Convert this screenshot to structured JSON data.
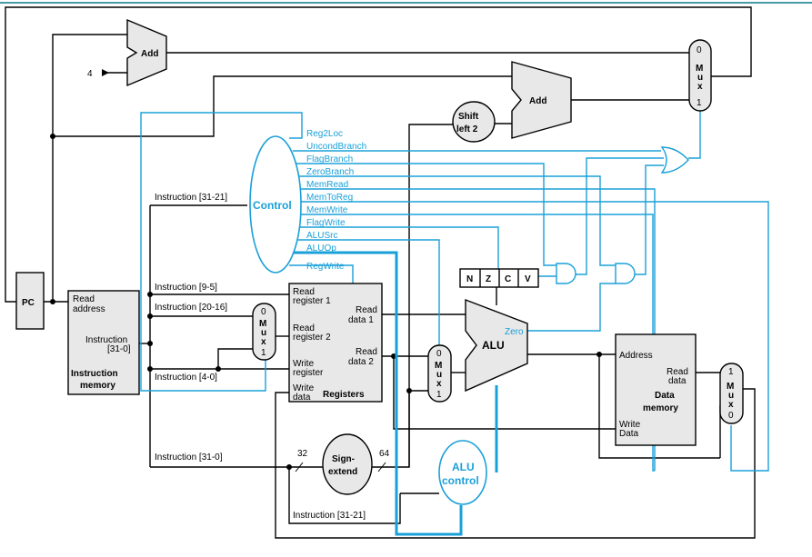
{
  "colors": {
    "control": "#1aa0d8",
    "datapath": "#000000",
    "block_fill": "#e8e8e8"
  },
  "pc": "PC",
  "add_top": "Add",
  "add_branch": "Add",
  "const_four": "4",
  "shift_left": {
    "line1": "Shift",
    "line2": "left 2"
  },
  "mux": {
    "zero": "0",
    "one": "1",
    "letters": [
      "M",
      "u",
      "x"
    ]
  },
  "instruction_memory": {
    "read_address_1": "Read",
    "read_address_2": "address",
    "instruction_1": "Instruction",
    "instruction_2": "[31-0]",
    "title_1": "Instruction",
    "title_2": "memory"
  },
  "control_label": "Control",
  "control_signals": [
    "Reg2Loc",
    "UncondBranch",
    "FlagBranch",
    "ZeroBranch",
    "MemRead",
    "MemToReg",
    "MemWrite",
    "FlagWrite",
    "ALUSrc",
    "ALUOp",
    "RegWrite"
  ],
  "instr_fields": {
    "f31_21_top": "Instruction [31-21]",
    "f9_5": "Instruction [9-5]",
    "f20_16": "Instruction [20-16]",
    "f4_0": "Instruction [4-0]",
    "f31_0": "Instruction [31-0]",
    "f31_21_bottom": "Instruction [31-21]"
  },
  "registers": {
    "rr1_1": "Read",
    "rr1_2": "register 1",
    "rr2_1": "Read",
    "rr2_2": "register 2",
    "wr_1": "Write",
    "wr_2": "register",
    "wd_1": "Write",
    "wd_2": "data",
    "rd1_1": "Read",
    "rd1_2": "data 1",
    "rd2_1": "Read",
    "rd2_2": "data 2",
    "title": "Registers"
  },
  "flags": [
    "N",
    "Z",
    "C",
    "V"
  ],
  "alu": {
    "label": "ALU",
    "zero": "Zero"
  },
  "alu_control": {
    "line1": "ALU",
    "line2": "control"
  },
  "sign_extend": {
    "line1": "Sign-",
    "line2": "extend",
    "in_width": "32",
    "out_width": "64"
  },
  "data_memory": {
    "address": "Address",
    "rd_1": "Read",
    "rd_2": "data",
    "wd_1": "Write",
    "wd_2": "Data",
    "title_1": "Data",
    "title_2": "memory"
  }
}
